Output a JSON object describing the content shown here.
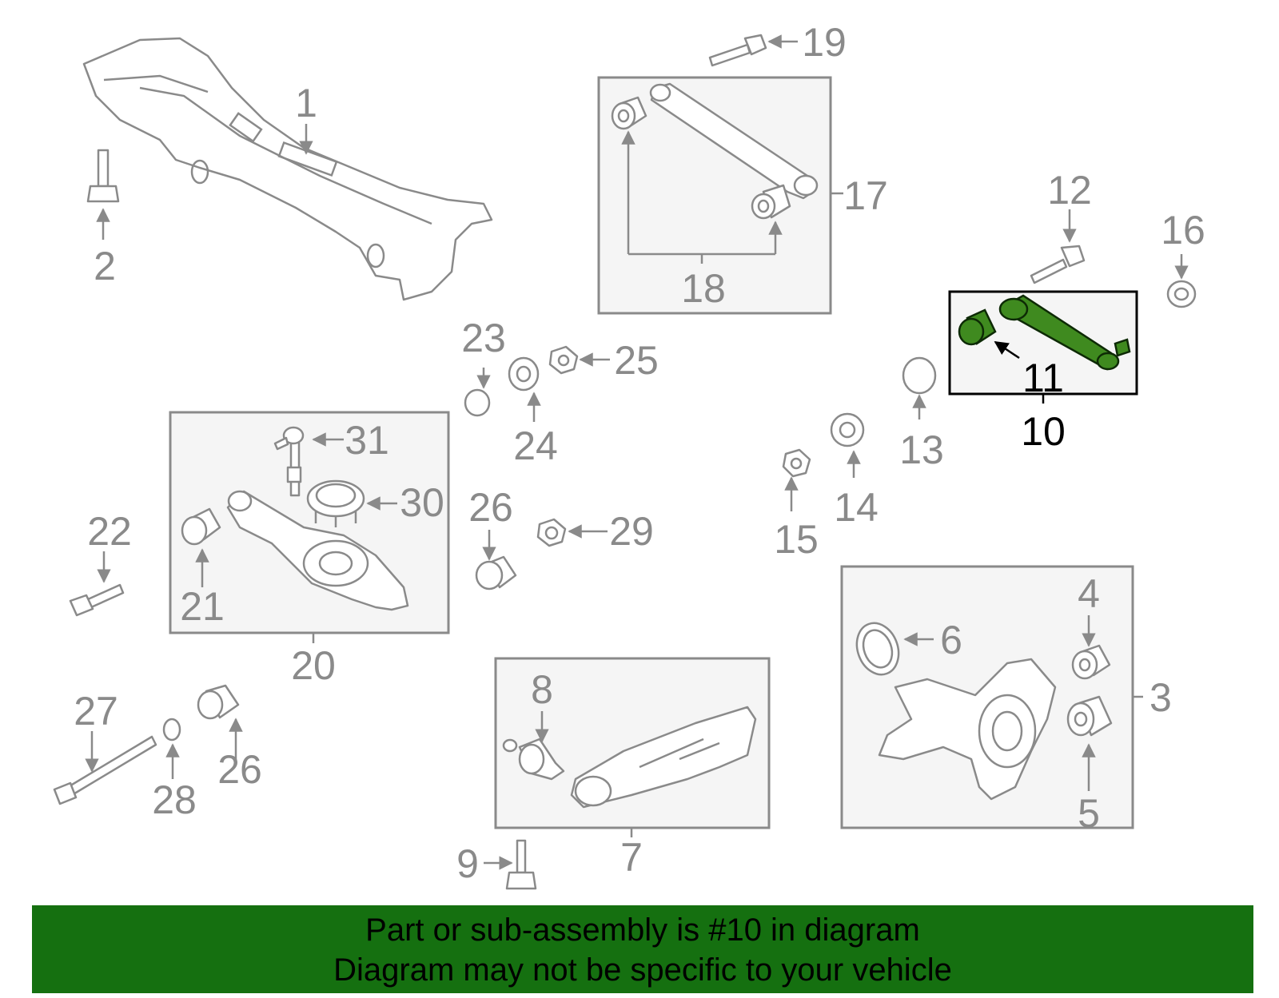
{
  "diagram": {
    "highlight_color": "#3f8a1f",
    "labels": [
      "1",
      "2",
      "3",
      "4",
      "5",
      "6",
      "7",
      "8",
      "9",
      "10",
      "11",
      "12",
      "13",
      "14",
      "15",
      "16",
      "17",
      "18",
      "19",
      "20",
      "21",
      "22",
      "23",
      "24",
      "25",
      "26",
      "26",
      "27",
      "28",
      "29",
      "30",
      "31"
    ],
    "highlighted_label": "10"
  },
  "banner": {
    "line1": "Part or sub-assembly is #10 in diagram",
    "line2": "Diagram may not be specific to your vehicle",
    "background": "#157010"
  }
}
